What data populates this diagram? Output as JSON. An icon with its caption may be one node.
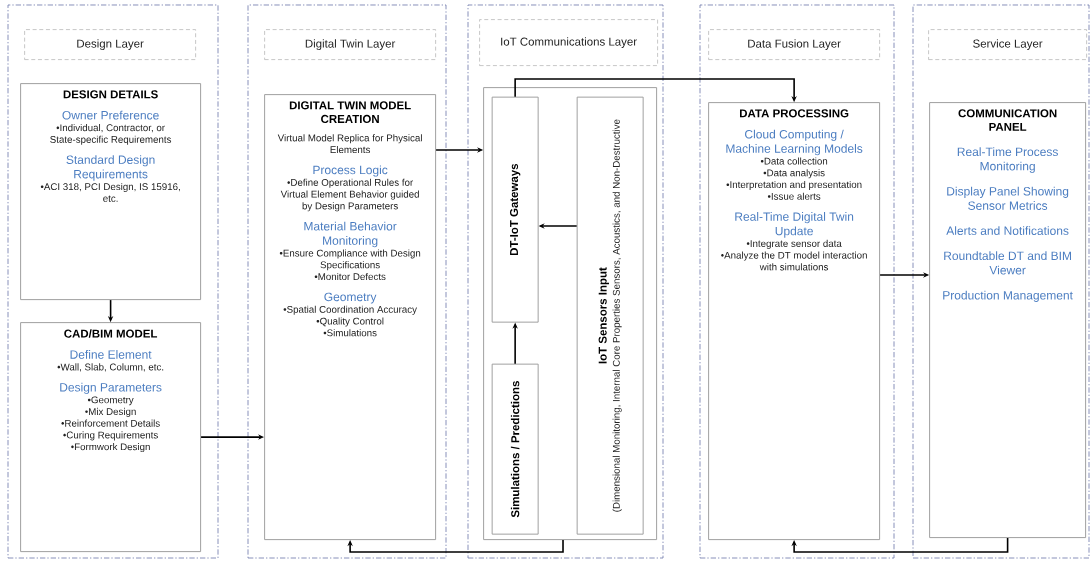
{
  "diagram": {
    "nodes": [
      {
        "text": [],
        "shape": "box"
      },
      {
        "text": [
          "Design Layer"
        ],
        "in": 0
      },
      {
        "text": [
          "DESIGN DETAILS",
          "Owner Preference",
          "•Individual, Contractor, or State-specific Requirements",
          "Standard Design Requirements",
          "•ACI 318, PCI Design, IS 15916, etc."
        ],
        "in": 0
      },
      {
        "text": [
          "CAD/BIM MODEL",
          "Define Element",
          "•Wall, Slab, Column, etc.",
          "Design Parameters",
          "•Geometry",
          "•Mix Design",
          "•Reinforcement Details",
          "•Curing Requirements",
          "•Formwork Design"
        ],
        "in": 0
      },
      {
        "text": [],
        "shape": "box"
      },
      {
        "text": [
          "Digital Twin Layer"
        ],
        "in": 4
      },
      {
        "text": [
          "DIGITAL TWIN MODEL CREATION",
          "Virtual Model Replica for Physical Elements",
          "Process Logic",
          "•Define Operational Rules for Virtual Element Behavior guided by Design Parameters",
          "Material Behavior Monitoring",
          "•Ensure Compliance with Design Specifications",
          "•Monitor Defects",
          "Geometry",
          "•Spatial Coordination Accuracy",
          "•Quality Control",
          "•Simulations"
        ],
        "in": 4
      },
      {
        "text": [],
        "shape": "box"
      },
      {
        "text": [
          "IoT Communications Layer"
        ],
        "in": 7
      },
      {
        "text": [],
        "shape": "box",
        "in": 7
      },
      {
        "text": [
          "DT-IoT Gateways"
        ],
        "in": 9
      },
      {
        "text": [
          "Simulations / Predictions"
        ],
        "in": 9
      },
      {
        "text": [
          "IoT Sensors Input",
          "(Dimensional Monitoring, Internal Core Properties Sensors, Acoustics, and Non-Destructive"
        ],
        "in": 9
      },
      {
        "text": [],
        "shape": "box"
      },
      {
        "text": [
          "Data Fusion Layer"
        ],
        "in": 13
      },
      {
        "text": [
          "DATA PROCESSING",
          "Cloud Computing / Machine Learning Models",
          "•Data collection",
          "•Data analysis",
          "•Interpretation and presentation",
          "•Issue alerts",
          "Real-Time Digital Twin Update",
          "•Integrate sensor data",
          "•Analyze the DT model interaction with simulations"
        ],
        "in": 13
      },
      {
        "text": [],
        "shape": "box"
      },
      {
        "text": [
          "Service Layer"
        ],
        "in": 16
      },
      {
        "text": [
          "COMMUNICATION PANEL",
          "Real-Time Process Monitoring",
          "Display Panel Showing Sensor Metrics",
          "Alerts and Notifications",
          "Roundtable DT and BIM Viewer",
          "Production Management"
        ],
        "in": 16
      }
    ],
    "edges": [
      {
        "from": 2,
        "to": 3,
        "arrow": "to"
      },
      {
        "from": 3,
        "to": 6,
        "arrow": "to"
      },
      {
        "from": 6,
        "to": 9,
        "arrow": "to"
      },
      {
        "from": 10,
        "to": 15,
        "arrow": "to"
      },
      {
        "from": 12,
        "to": 10,
        "arrow": "to"
      },
      {
        "from": 11,
        "to": 10,
        "arrow": "to"
      },
      {
        "from": 15,
        "to": 18,
        "arrow": "to"
      },
      {
        "from": 18,
        "to": 15,
        "arrow": "to"
      },
      {
        "from": 9,
        "to": 6,
        "arrow": "to"
      }
    ]
  }
}
